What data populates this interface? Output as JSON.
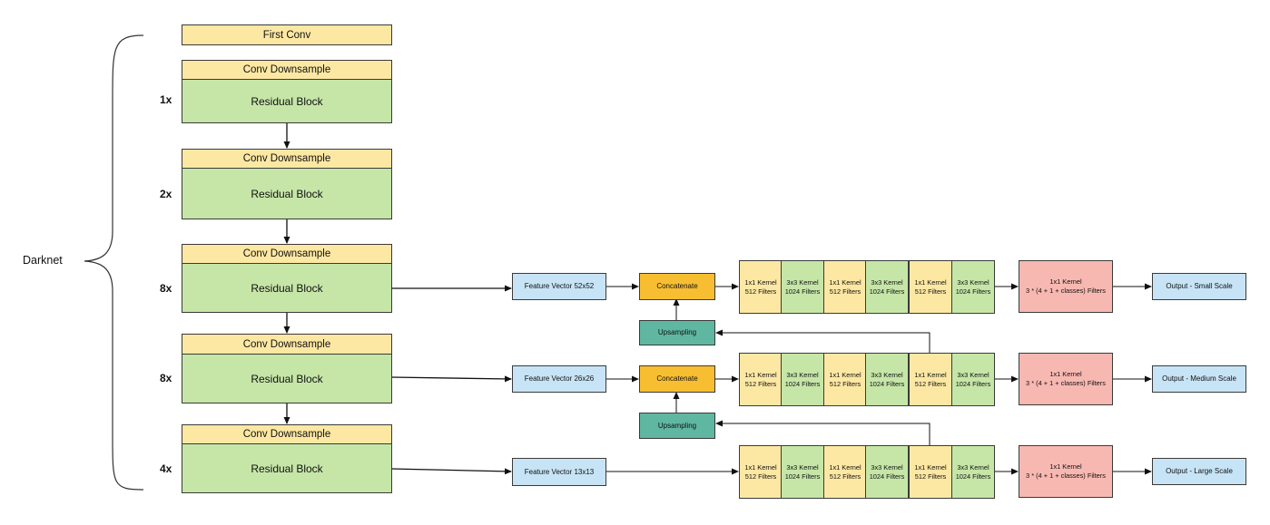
{
  "darknet_label": "Darknet",
  "first_conv": "First Conv",
  "stages": [
    {
      "repeat": "1x",
      "downsample": "Conv Downsample",
      "block": "Residual Block"
    },
    {
      "repeat": "2x",
      "downsample": "Conv Downsample",
      "block": "Residual Block"
    },
    {
      "repeat": "8x",
      "downsample": "Conv Downsample",
      "block": "Residual Block"
    },
    {
      "repeat": "8x",
      "downsample": "Conv Downsample",
      "block": "Residual Block"
    },
    {
      "repeat": "4x",
      "downsample": "Conv Downsample",
      "block": "Residual Block"
    }
  ],
  "rows": [
    {
      "feature": "Feature Vector 52x52",
      "concat": "Concatenate",
      "convs": [
        {
          "kernel": "1x1 Kernel",
          "filters": "512 Filters"
        },
        {
          "kernel": "3x3 Kernel",
          "filters": "1024 Filters"
        },
        {
          "kernel": "1x1 Kernel",
          "filters": "512 Filters"
        },
        {
          "kernel": "3x3 Kernel",
          "filters": "1024 Filters"
        },
        {
          "kernel": "1x1 Kernel",
          "filters": "512 Filters"
        },
        {
          "kernel": "3x3 Kernel",
          "filters": "1024 Filters"
        }
      ],
      "final_kernel": "1x1 Kernel",
      "final_filters": "3 * (4 + 1 + classes) Filters",
      "output": "Output - Small Scale"
    },
    {
      "feature": "Feature Vector 26x26",
      "concat": "Concatenate",
      "convs": [
        {
          "kernel": "1x1 Kernel",
          "filters": "512 Filters"
        },
        {
          "kernel": "3x3 Kernel",
          "filters": "1024 Filters"
        },
        {
          "kernel": "1x1 Kernel",
          "filters": "512 Filters"
        },
        {
          "kernel": "3x3 Kernel",
          "filters": "1024 Filters"
        },
        {
          "kernel": "1x1 Kernel",
          "filters": "512 Filters"
        },
        {
          "kernel": "3x3 Kernel",
          "filters": "1024 Filters"
        }
      ],
      "final_kernel": "1x1 Kernel",
      "final_filters": "3 * (4 + 1 + classes) Filters",
      "output": "Output - Medium Scale"
    },
    {
      "feature": "Feature Vector 13x13",
      "convs": [
        {
          "kernel": "1x1 Kernel",
          "filters": "512 Filters"
        },
        {
          "kernel": "3x3 Kernel",
          "filters": "1024 Filters"
        },
        {
          "kernel": "1x1 Kernel",
          "filters": "512 Filters"
        },
        {
          "kernel": "3x3 Kernel",
          "filters": "1024 Filters"
        },
        {
          "kernel": "1x1 Kernel",
          "filters": "512 Filters"
        },
        {
          "kernel": "3x3 Kernel",
          "filters": "1024 Filters"
        }
      ],
      "final_kernel": "1x1 Kernel",
      "final_filters": "3 * (4 + 1 + classes) Filters",
      "output": "Output - Large Scale"
    }
  ],
  "upsampling": [
    "Upsampling",
    "Upsampling"
  ],
  "colors": {
    "yellow": "#fde8a3",
    "green": "#c6e6a8",
    "blue": "#c7e4f6",
    "orange": "#f8be32",
    "teal": "#5fb7a1",
    "pink": "#f8b8b2"
  }
}
